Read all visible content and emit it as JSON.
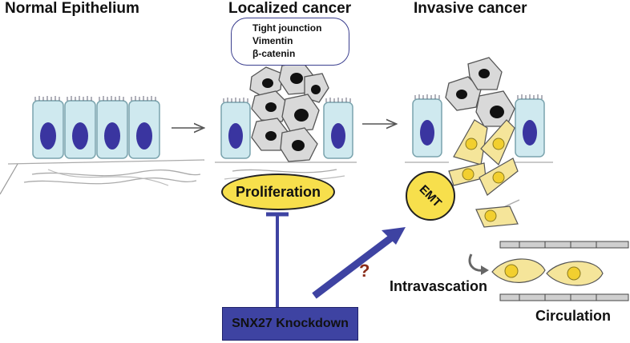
{
  "stages": {
    "normal": "Normal Epithelium",
    "localized": "Localized cancer",
    "invasive": "Invasive cancer"
  },
  "markers": [
    "Tight jounction",
    "Vimentin",
    "β-catenin"
  ],
  "proliferation": "Proliferation",
  "emt": "EMT",
  "knockdown": "SNX27 Knockdown",
  "question": "?",
  "intravasation": "Intravascation",
  "circulation": "Circulation",
  "colors": {
    "cell_fill": "#cfe9ef",
    "nucleus": "#3a35a0",
    "tumor_cell": "#d9d9d9",
    "mesenchymal": "#f5e59a",
    "yellow": "#f7df4c",
    "blue": "#3e43a2"
  }
}
